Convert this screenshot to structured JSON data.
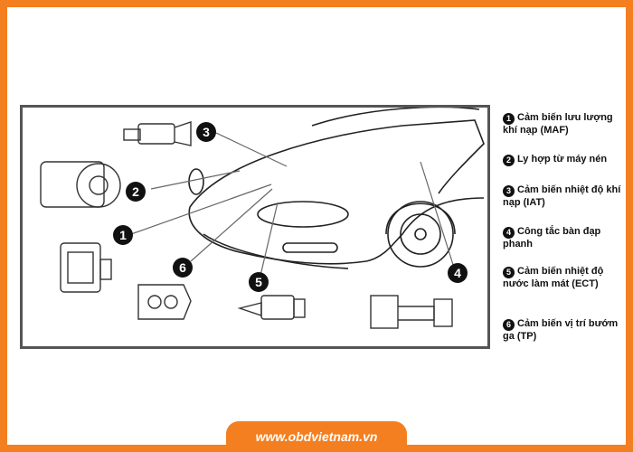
{
  "callouts": [
    "1",
    "2",
    "3",
    "4",
    "5",
    "6"
  ],
  "legend": [
    {
      "num": "1",
      "label": "Cảm biến lưu lượng khí nạp (MAF)"
    },
    {
      "num": "2",
      "label": "Ly hợp từ máy nén"
    },
    {
      "num": "3",
      "label": "Cảm biến nhiệt độ khí nạp (IAT)"
    },
    {
      "num": "4",
      "label": "Công tắc bàn đạp phanh"
    },
    {
      "num": "5",
      "label": "Cảm biến nhiệt độ nước làm mát (ECT)"
    },
    {
      "num": "6",
      "label": "Cảm biến vị trí bướm ga (TP)"
    }
  ],
  "footer": {
    "url": "www.obdvietnam.vn"
  },
  "colors": {
    "frame": "#f47f20",
    "ink": "#111111",
    "box_border": "#555555"
  }
}
